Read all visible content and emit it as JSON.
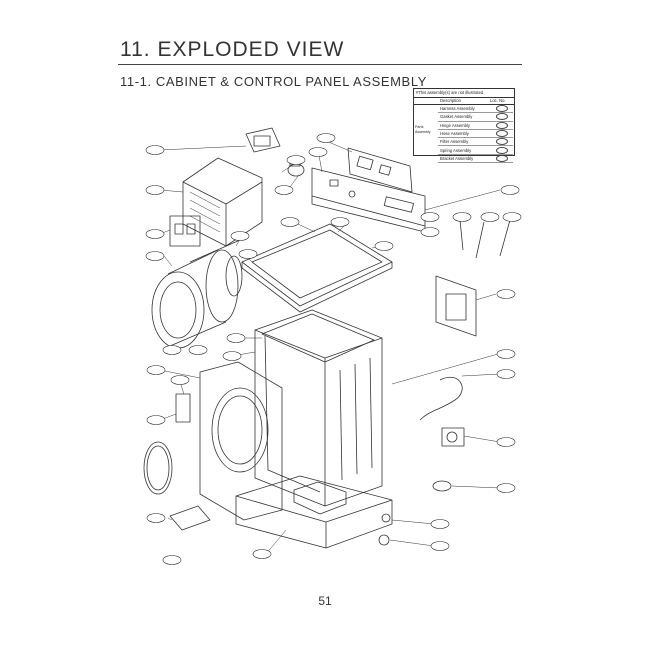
{
  "page": {
    "title": "11. EXPLODED VIEW",
    "subtitle": "11-1. CABINET & CONTROL PANEL ASSEMBLY",
    "page_number": "51"
  },
  "legend": {
    "header": "#This assembly(s) are not illustrated",
    "col_description": "Description",
    "col_loc": "Loc. No.",
    "group_label": "Parts Assembly",
    "rows": [
      {
        "description": "Harness Assembly"
      },
      {
        "description": "Gasket Assembly"
      },
      {
        "description": "Hinge Assembly"
      },
      {
        "description": "Hose Assembly"
      },
      {
        "description": "Filter Assembly"
      },
      {
        "description": "Spring Assembly"
      },
      {
        "description": "Bracket Assembly"
      }
    ]
  },
  "colors": {
    "line": "#333333",
    "callout_fill": "#ffffff"
  }
}
